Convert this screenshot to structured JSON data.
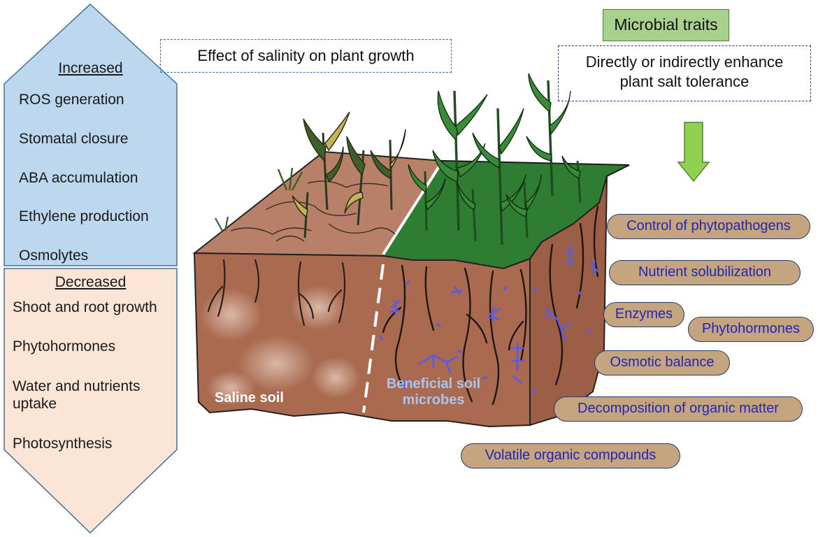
{
  "increased": {
    "heading": "Increased",
    "items": [
      "ROS generation",
      "Stomatal closure",
      "ABA accumulation",
      "Ethylene production",
      "Osmolytes"
    ]
  },
  "decreased": {
    "heading": "Decreased",
    "items": [
      "Shoot and root growth",
      "Phytohormones",
      "Water and nutrients uptake",
      "Photosynthesis"
    ]
  },
  "effect_title": "Effect of salinity on plant growth",
  "microbial": {
    "title": "Microbial traits",
    "description": "Directly or indirectly enhance plant salt tolerance",
    "traits": [
      "Control of phytopathogens",
      "Nutrient solubilization",
      "Enzymes",
      "Phytohormones",
      "Osmotic balance",
      "Decomposition of organic matter",
      "Volatile organic compounds"
    ]
  },
  "soil_labels": {
    "saline": "Saline soil",
    "beneficial": "Beneficial soil microbes"
  },
  "colors": {
    "increased_fill": "#bdd7ee",
    "decreased_fill": "#fbe5d6",
    "trait_fill": "#c4a57f",
    "trait_text": "#2525b5",
    "green_box": "#a9d18e",
    "soil_brown": "#a96a4f",
    "grass_green": "#2e7d32",
    "microbe_blue": "#5b5be8"
  }
}
